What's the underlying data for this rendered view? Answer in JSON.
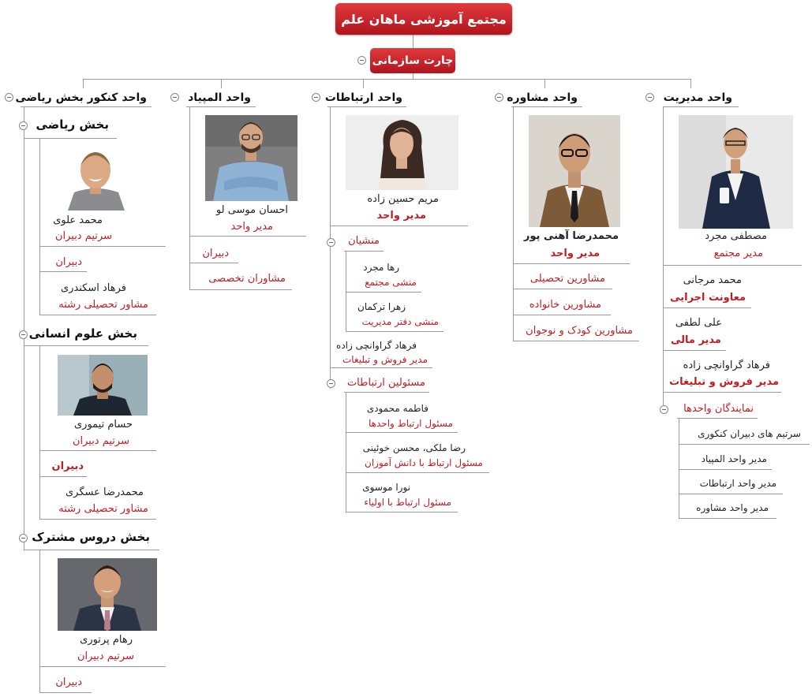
{
  "title": "مجتمع آموزشی ماهان علم",
  "chart_label": "چارت سازمانی",
  "units": {
    "management": {
      "label": "واحد مدیریت",
      "head": {
        "name": "مصطفی مجرد",
        "role": "مدیر مجتمع"
      },
      "members": [
        {
          "name": "محمد مرجانی",
          "role": "معاونت اجرایی"
        },
        {
          "name": "علی لطفی",
          "role": "مدیر مالی"
        },
        {
          "name": "فرهاد گراوانچی زاده",
          "role": "مدیر فروش و تبلیغات"
        }
      ],
      "reps_label": "نمایندگان واحدها",
      "reps": [
        "سرتیم های دبیران کنکوری",
        "مدیر واحد المپیاد",
        "مدیر واحد ارتباطات",
        "مدیر واحد مشاوره"
      ]
    },
    "counseling": {
      "label": "واحد مشاوره",
      "head": {
        "name": "محمدرضا آهنی پور",
        "role": "مدیر واحد"
      },
      "items": [
        "مشاورین تحصیلی",
        "مشاورین خانواده",
        "مشاورین کودک و نوجوان"
      ]
    },
    "communications": {
      "label": "واحد ارتباطات",
      "head": {
        "name": "مریم حسین زاده",
        "role": "مدیر واحد"
      },
      "secretaries_label": "منشیان",
      "secretaries": [
        {
          "name": "رها مجرد",
          "role": "منشی مجتمع"
        },
        {
          "name": "زهرا ترکمان",
          "role": "منشی دفتر مدیریت"
        }
      ],
      "sales": {
        "name": "فرهاد گراوانچی زاده",
        "role": "مدیر فروش و تبلیغات"
      },
      "officers_label": "مسئولین ارتباطات",
      "officers": [
        {
          "name": "فاطمه محمودی",
          "role": "مسئول ارتباط واحدها"
        },
        {
          "name": "رضا ملکی، محسن خوئینی",
          "role": "مسئول ارتباط با دانش آموزان"
        },
        {
          "name": "نورا موسوی",
          "role": "مسئول ارتباط با اولیاء"
        }
      ]
    },
    "olympiad": {
      "label": "واحد المپیاد",
      "head": {
        "name": "احسان موسی لو",
        "role": "مدیر واحد"
      },
      "items": [
        "دبیران",
        "مشاوران  تخصصی"
      ]
    },
    "konkur": {
      "label": "واحد کنکور بخش ریاضی",
      "math": {
        "label": "بخش ریاضی",
        "head": {
          "name": "محمد علوی",
          "role": "سرتیم دبیران"
        },
        "teachers": "دبیران",
        "advisor": {
          "name": "فرهاد اسکندری",
          "role": "مشاور تحصیلی رشته"
        }
      },
      "humanities": {
        "label": "بخش علوم انسانی",
        "head": {
          "name": "حسام تیموری",
          "role": "سرتیم دبیران"
        },
        "teachers": "دبیران",
        "advisor": {
          "name": "محمدرضا عسگری",
          "role": "مشاور تحصیلی رشته"
        }
      },
      "common": {
        "label": "بخش دروس مشترک",
        "head": {
          "name": "رهام پرتوری",
          "role": "سرتیم دبیران"
        },
        "teachers": "دبیران"
      }
    }
  },
  "colors": {
    "accent": "#c21b22",
    "line": "#9b9b9b"
  }
}
